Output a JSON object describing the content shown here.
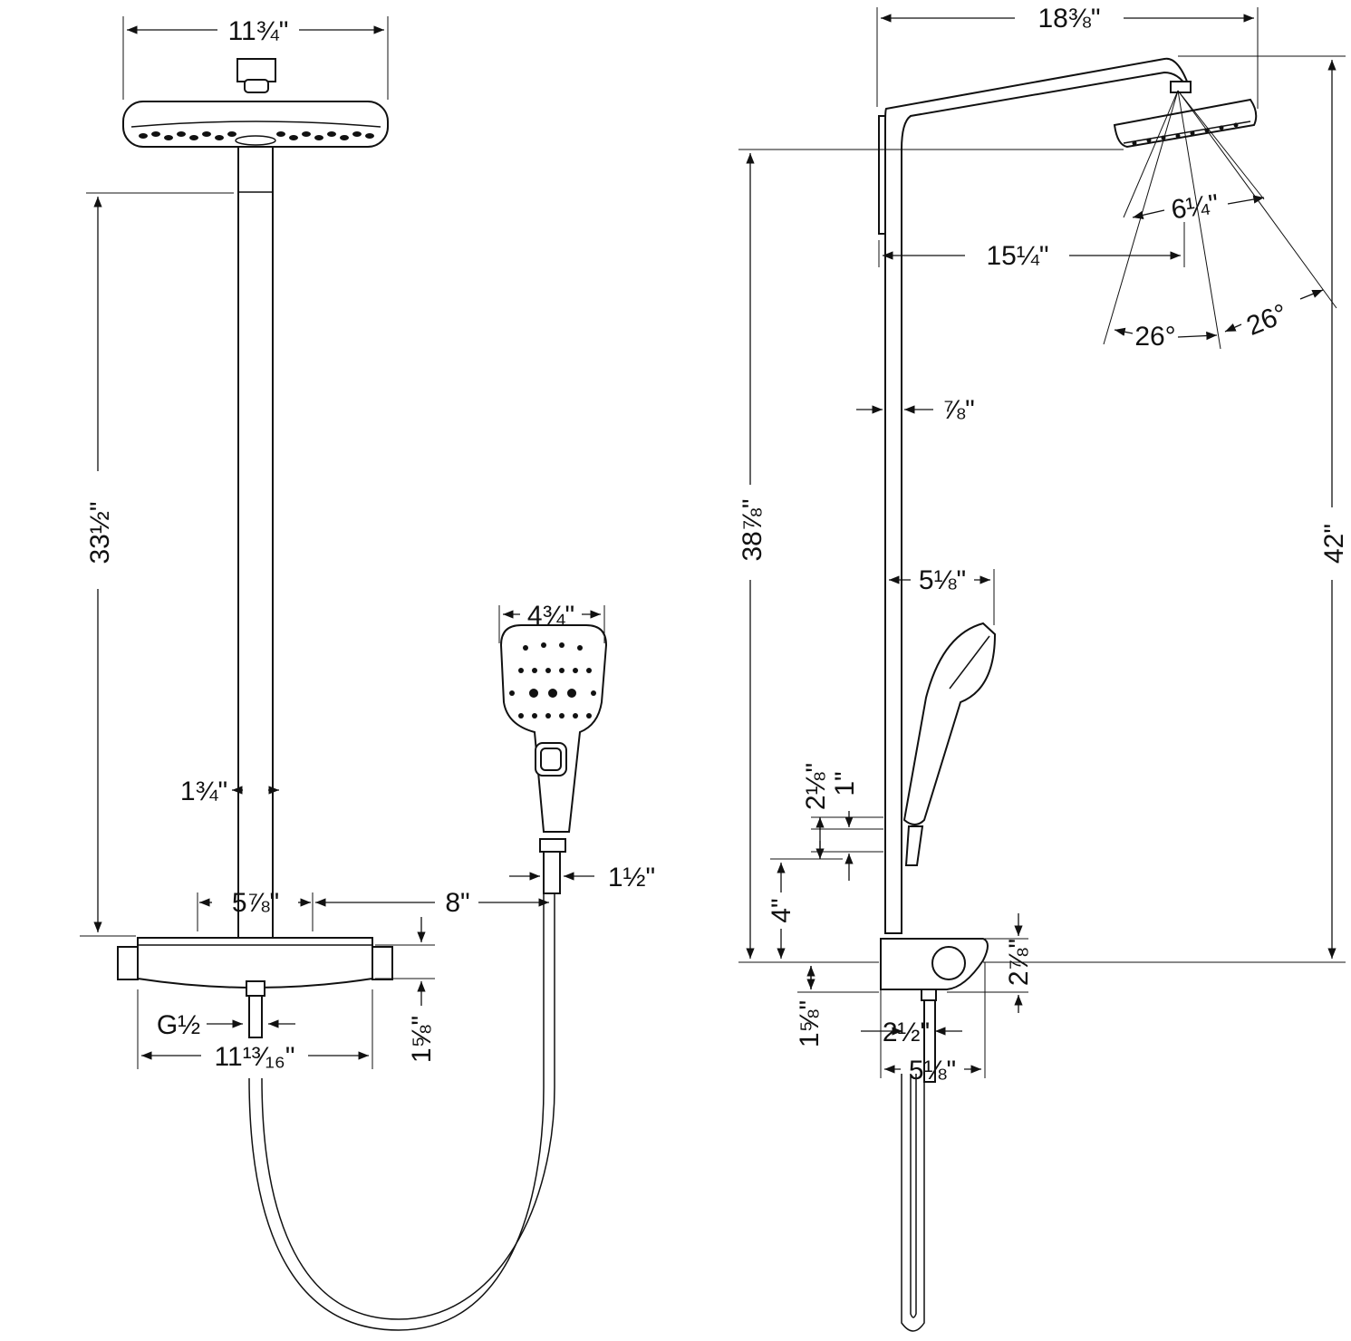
{
  "colors": {
    "ink": "#111111",
    "background": "#ffffff"
  },
  "front_view": {
    "head_width": "11¾\"",
    "riser_length": "33½\"",
    "pipe_width": "1¾\"",
    "bracket_width": "5⅞\"",
    "hand_shower_offset": "8\"",
    "hand_shower_width": "4¾\"",
    "hand_holder_width": "1½\"",
    "thermostat_height": "1⅝\"",
    "thread_size": "G½",
    "thermostat_width": "11¹³⁄₁₆\""
  },
  "side_view": {
    "arm_projection": "18⅜\"",
    "head_diameter": "6¼\"",
    "head_center_projection": "15¼\"",
    "spray_angle_left": "26°",
    "spray_angle_right": "26°",
    "riser_diameter": "⅞\"",
    "riser_height": "38⅞\"",
    "overall_height": "42\"",
    "hand_shower_projection": "5⅛\"",
    "holder_height": "2⅛\"",
    "holder_offset": "1\"",
    "valve_to_holder": "4\"",
    "valve_height": "2⅞\"",
    "outlet_drop": "1⅝\"",
    "outlet_offset": "2½\"",
    "valve_depth": "5⅛\""
  }
}
